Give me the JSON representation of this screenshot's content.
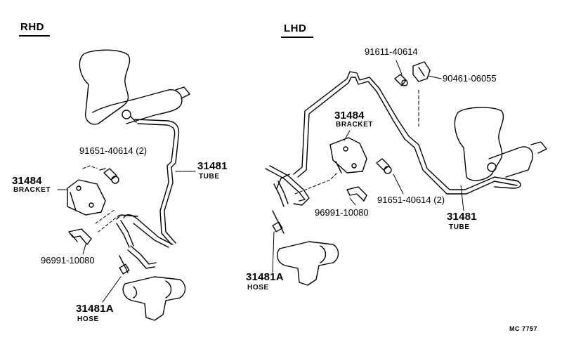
{
  "headers": {
    "rhd": "RHD",
    "lhd": "LHD"
  },
  "rhd": {
    "part_31481": "31481",
    "tube": "TUBE",
    "part_91651": "91651-40614 (2)",
    "part_31484": "31484",
    "bracket": "BRACKET",
    "part_96991": "96991-10080",
    "part_31481a": "31481A",
    "hose": "HOSE"
  },
  "lhd": {
    "part_91611": "91611-40614",
    "part_90461": "90461-06055",
    "part_31484": "31484",
    "bracket": "BRACKET",
    "part_91651": "91651-40614 (2)",
    "part_96991": "96991-10080",
    "part_31481": "31481",
    "tube": "TUBE",
    "part_31481a": "31481A",
    "hose": "HOSE"
  },
  "ref_code": "MC 7757"
}
